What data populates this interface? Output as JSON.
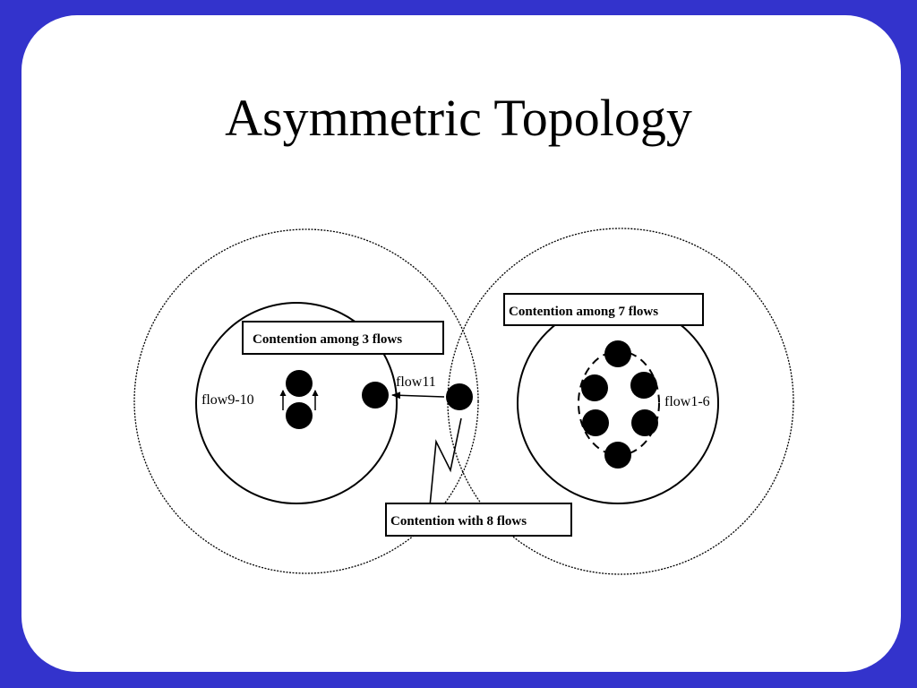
{
  "slide": {
    "title": "Asymmetric Topology"
  },
  "diagram": {
    "boxes": {
      "left_contention": "Contention among 3 flows",
      "right_contention": "Contention among 7 flows",
      "bottom_contention": "Contention with 8 flows"
    },
    "labels": {
      "flow_9_10": "flow9-10",
      "flow_11": "flow11",
      "flow_1_6": "flow1-6"
    }
  },
  "colors": {
    "frame": "#3333cc",
    "background": "#ffffff",
    "ink": "#000000"
  }
}
